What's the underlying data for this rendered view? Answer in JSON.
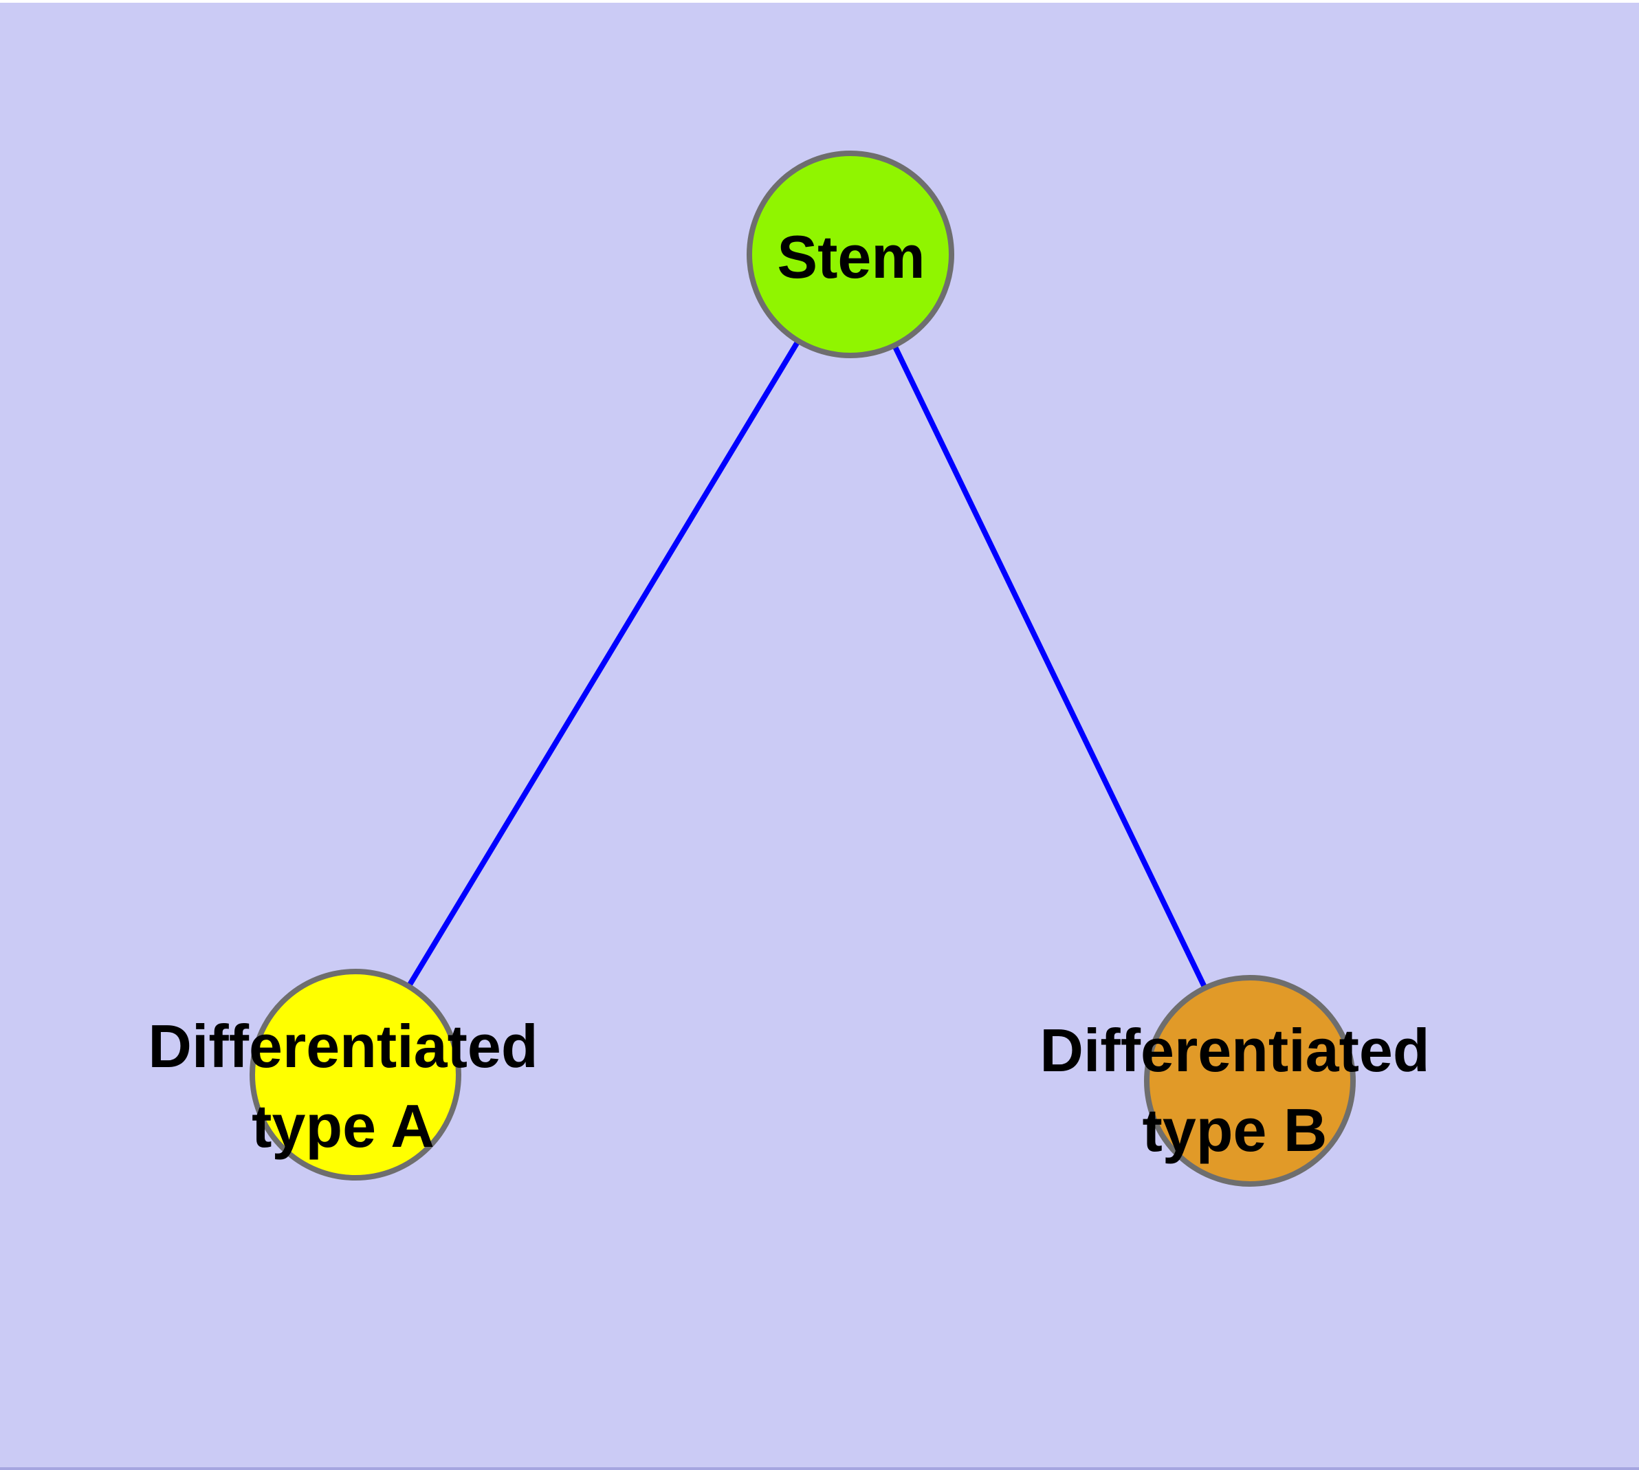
{
  "diagram": {
    "description": "Cell differentiation tree: one stem node linked to two differentiated cell-type nodes",
    "background_color": "#CBCBF5",
    "top_strip_color": "#FFFFFF",
    "bottom_strip_color": "#A5A5E0",
    "edge_color": "#0000FF",
    "node_border_color": "#6E6E6E",
    "label_color": "#000000",
    "nodes": [
      {
        "id": "stem",
        "label": "Stem",
        "fill": "#90F500"
      },
      {
        "id": "type-a",
        "label": "Differentiated\ntype A",
        "fill": "#FFFF00"
      },
      {
        "id": "type-b",
        "label": "Differentiated\ntype B",
        "fill": "#E19A28"
      }
    ],
    "edges": [
      {
        "from": "Stem",
        "to": "Differentiated type A"
      },
      {
        "from": "Stem",
        "to": "Differentiated type B"
      }
    ]
  }
}
